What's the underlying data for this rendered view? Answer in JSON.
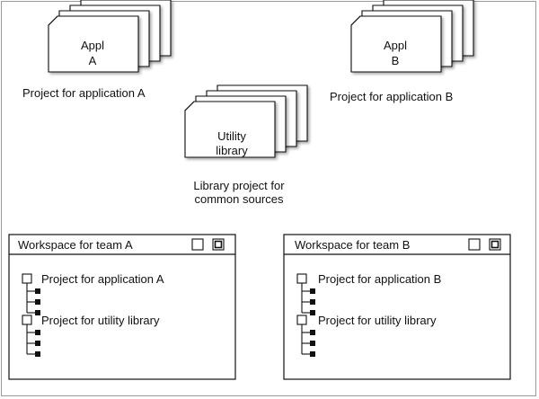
{
  "stacks": [
    {
      "name": "appl-a",
      "lines": [
        "Appl",
        "A"
      ],
      "caption": [
        "Project for application A"
      ]
    },
    {
      "name": "appl-b",
      "lines": [
        "Appl",
        "B"
      ],
      "caption": [
        "Project for application B"
      ]
    },
    {
      "name": "utility",
      "lines": [
        "Utility",
        "library"
      ],
      "caption": [
        "Library project for",
        "common sources"
      ]
    }
  ],
  "workspaces": [
    {
      "name": "team-a",
      "title": "Workspace for team A",
      "projects": [
        {
          "label": "Project for application A",
          "children": 3
        },
        {
          "label": "Project for utility library",
          "children": 3
        }
      ]
    },
    {
      "name": "team-b",
      "title": "Workspace for team B",
      "projects": [
        {
          "label": "Project for application B",
          "children": 3
        },
        {
          "label": "Project for utility library",
          "children": 3
        }
      ]
    }
  ]
}
